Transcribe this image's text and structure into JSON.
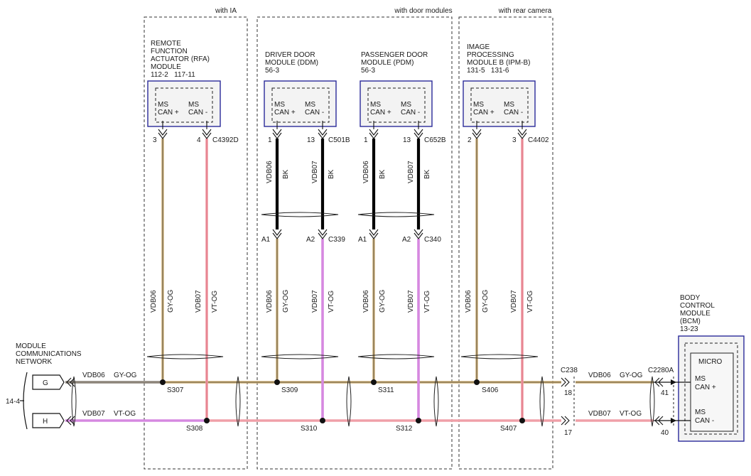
{
  "groups": {
    "ia": "with IA",
    "door_modules": "with door modules",
    "rear_camera": "with rear camera"
  },
  "modules": {
    "rfa": {
      "lines": [
        "REMOTE",
        "FUNCTION",
        "ACTUATOR (RFA)",
        "MODULE"
      ],
      "refs": "112-2   117-11",
      "pin_plus": [
        "MS",
        "CAN +"
      ],
      "pin_minus": [
        "MS",
        "CAN -"
      ]
    },
    "ddm": {
      "lines": [
        "DRIVER DOOR",
        "MODULE (DDM)"
      ],
      "refs": "56-3",
      "pin_plus": [
        "MS",
        "CAN +"
      ],
      "pin_minus": [
        "MS",
        "CAN -"
      ]
    },
    "pdm": {
      "lines": [
        "PASSENGER DOOR",
        "MODULE (PDM)"
      ],
      "refs": "56-3",
      "pin_plus": [
        "MS",
        "CAN +"
      ],
      "pin_minus": [
        "MS",
        "CAN -"
      ]
    },
    "ipmb": {
      "lines": [
        "IMAGE",
        "PROCESSING",
        "MODULE B (IPM-B)"
      ],
      "refs": "131-5   131-6",
      "pin_plus": [
        "MS",
        "CAN +"
      ],
      "pin_minus": [
        "MS",
        "CAN -"
      ]
    },
    "bcm": {
      "lines": [
        "BODY",
        "CONTROL",
        "MODULE",
        "(BCM)"
      ],
      "refs": "13-23",
      "micro": "MICRO",
      "pin_plus": [
        "MS",
        "CAN +"
      ],
      "pin_minus": [
        "MS",
        "CAN -"
      ]
    }
  },
  "network": {
    "lines": [
      "MODULE",
      "COMMUNICATIONS",
      "NETWORK"
    ],
    "ref": "14-4",
    "conn_g": "G",
    "conn_h": "H"
  },
  "connectors": {
    "rfa": {
      "pin_a": "3",
      "pin_b": "4",
      "id": "C4392D"
    },
    "ddm_top": {
      "pin_a": "1",
      "pin_b": "13",
      "id": "C501B"
    },
    "pdm_top": {
      "pin_a": "1",
      "pin_b": "13",
      "id": "C652B"
    },
    "ipmb": {
      "pin_a": "2",
      "pin_b": "3",
      "id": "C4402"
    },
    "c339": {
      "pin_a": "A1",
      "pin_b": "A2",
      "id": "C339"
    },
    "c340": {
      "pin_a": "A1",
      "pin_b": "A2",
      "id": "C340"
    },
    "c238": {
      "id": "C238",
      "pin_a": "18",
      "pin_b": "17"
    },
    "c2280a": {
      "id": "C2280A",
      "pin_a": "41",
      "pin_b": "40"
    }
  },
  "wires": {
    "can_plus": "VDB06",
    "can_minus": "VDB07",
    "gy_og": "GY-OG",
    "vt_og": "VT-OG",
    "bk": "BK"
  },
  "splices": {
    "s307": "S307",
    "s308": "S308",
    "s309": "S309",
    "s310": "S310",
    "s311": "S311",
    "s312": "S312",
    "s406": "S406",
    "s407": "S407"
  }
}
